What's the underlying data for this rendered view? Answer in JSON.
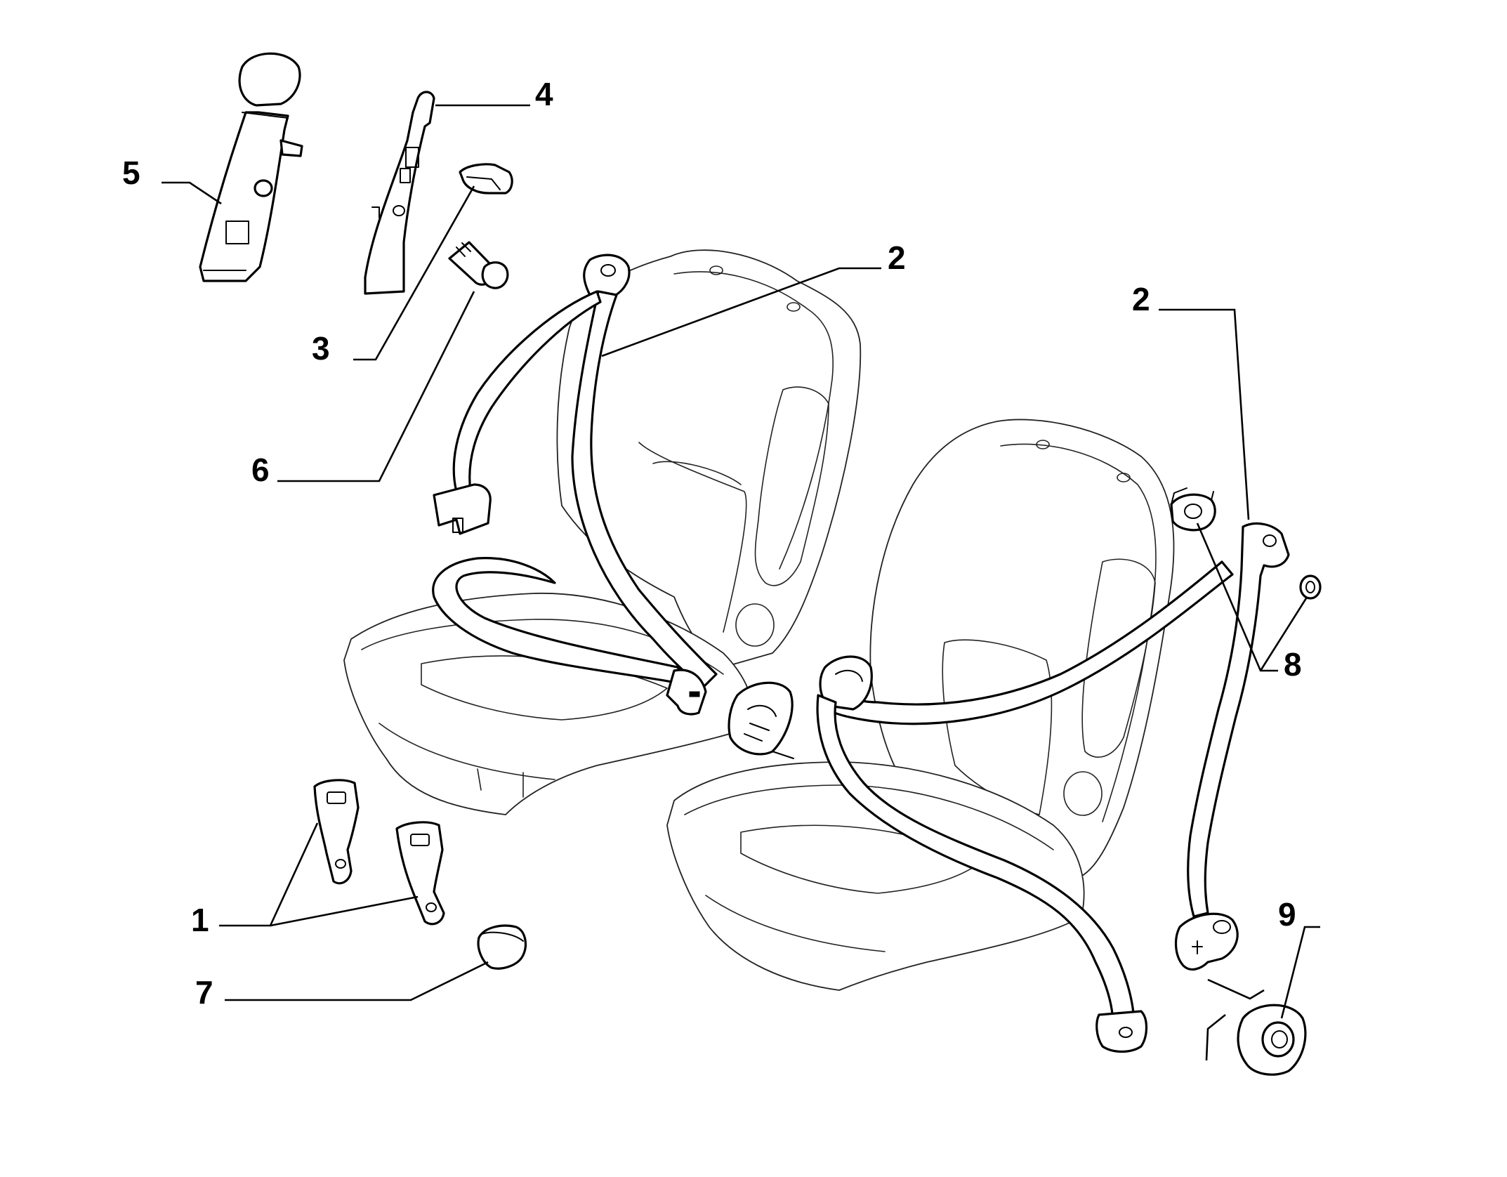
{
  "callouts": {
    "c1": "1",
    "c2a": "2",
    "c2b": "2",
    "c3": "3",
    "c4": "4",
    "c5": "5",
    "c6": "6",
    "c7": "7",
    "c8": "8",
    "c9": "9"
  },
  "colors": {
    "line": "#000000",
    "background": "#ffffff"
  }
}
